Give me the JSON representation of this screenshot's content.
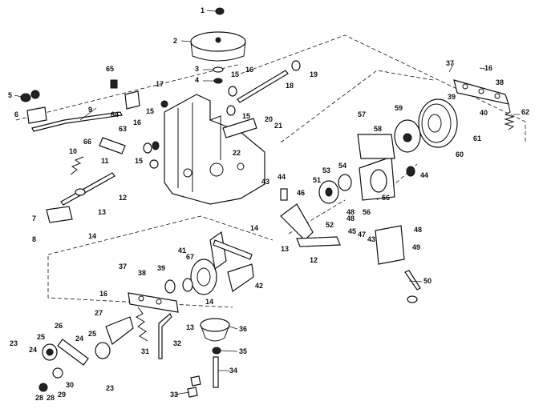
{
  "callouts": [
    {
      "id": "c1",
      "text": "1"
    },
    {
      "id": "c2",
      "text": "2"
    },
    {
      "id": "c3",
      "text": "3"
    },
    {
      "id": "c4",
      "text": "4"
    },
    {
      "id": "c5",
      "text": "5"
    },
    {
      "id": "c6",
      "text": "6"
    },
    {
      "id": "c7",
      "text": "7"
    },
    {
      "id": "c8",
      "text": "8"
    },
    {
      "id": "c9",
      "text": "9"
    },
    {
      "id": "c10",
      "text": "10"
    },
    {
      "id": "c11",
      "text": "11"
    },
    {
      "id": "c12a",
      "text": "12"
    },
    {
      "id": "c12b",
      "text": "12"
    },
    {
      "id": "c13a",
      "text": "13"
    },
    {
      "id": "c13b",
      "text": "13"
    },
    {
      "id": "c13c",
      "text": "13"
    },
    {
      "id": "c14a",
      "text": "14"
    },
    {
      "id": "c14b",
      "text": "14"
    },
    {
      "id": "c14c",
      "text": "14"
    },
    {
      "id": "c15a",
      "text": "15"
    },
    {
      "id": "c15b",
      "text": "15"
    },
    {
      "id": "c15c",
      "text": "15"
    },
    {
      "id": "c15d",
      "text": "15"
    },
    {
      "id": "c16a",
      "text": "16"
    },
    {
      "id": "c16b",
      "text": "16"
    },
    {
      "id": "c16c",
      "text": "16"
    },
    {
      "id": "c16d",
      "text": "16"
    },
    {
      "id": "c17",
      "text": "17"
    },
    {
      "id": "c18",
      "text": "18"
    },
    {
      "id": "c19",
      "text": "19"
    },
    {
      "id": "c20",
      "text": "20"
    },
    {
      "id": "c21",
      "text": "21"
    },
    {
      "id": "c22",
      "text": "22"
    },
    {
      "id": "c23a",
      "text": "23"
    },
    {
      "id": "c23b",
      "text": "23"
    },
    {
      "id": "c24a",
      "text": "24"
    },
    {
      "id": "c24b",
      "text": "24"
    },
    {
      "id": "c25a",
      "text": "25"
    },
    {
      "id": "c25b",
      "text": "25"
    },
    {
      "id": "c26",
      "text": "26"
    },
    {
      "id": "c27",
      "text": "27"
    },
    {
      "id": "c28a",
      "text": "28"
    },
    {
      "id": "c28b",
      "text": "28"
    },
    {
      "id": "c29",
      "text": "29"
    },
    {
      "id": "c30",
      "text": "30"
    },
    {
      "id": "c31",
      "text": "31"
    },
    {
      "id": "c32",
      "text": "32"
    },
    {
      "id": "c33",
      "text": "33"
    },
    {
      "id": "c34",
      "text": "34"
    },
    {
      "id": "c35",
      "text": "35"
    },
    {
      "id": "c36",
      "text": "36"
    },
    {
      "id": "c37a",
      "text": "37"
    },
    {
      "id": "c37b",
      "text": "37"
    },
    {
      "id": "c38a",
      "text": "38"
    },
    {
      "id": "c38b",
      "text": "38"
    },
    {
      "id": "c39a",
      "text": "39"
    },
    {
      "id": "c39b",
      "text": "39"
    },
    {
      "id": "c40",
      "text": "40"
    },
    {
      "id": "c41",
      "text": "41"
    },
    {
      "id": "c42",
      "text": "42"
    },
    {
      "id": "c43a",
      "text": "43"
    },
    {
      "id": "c43b",
      "text": "43"
    },
    {
      "id": "c44a",
      "text": "44"
    },
    {
      "id": "c44b",
      "text": "44"
    },
    {
      "id": "c45",
      "text": "45"
    },
    {
      "id": "c46",
      "text": "46"
    },
    {
      "id": "c47",
      "text": "47"
    },
    {
      "id": "c48a",
      "text": "48"
    },
    {
      "id": "c48b",
      "text": "48"
    },
    {
      "id": "c48c",
      "text": "48"
    },
    {
      "id": "c49",
      "text": "49"
    },
    {
      "id": "c50",
      "text": "50"
    },
    {
      "id": "c51",
      "text": "51"
    },
    {
      "id": "c52",
      "text": "52"
    },
    {
      "id": "c53",
      "text": "53"
    },
    {
      "id": "c54",
      "text": "54"
    },
    {
      "id": "c56a",
      "text": "56"
    },
    {
      "id": "c56b",
      "text": "56"
    },
    {
      "id": "c57",
      "text": "57"
    },
    {
      "id": "c58",
      "text": "58"
    },
    {
      "id": "c59",
      "text": "59"
    },
    {
      "id": "c60",
      "text": "60"
    },
    {
      "id": "c61",
      "text": "61"
    },
    {
      "id": "c62",
      "text": "62"
    },
    {
      "id": "c63",
      "text": "63"
    },
    {
      "id": "c64",
      "text": "64"
    },
    {
      "id": "c65",
      "text": "65"
    },
    {
      "id": "c66",
      "text": "66"
    },
    {
      "id": "c67",
      "text": "67"
    }
  ]
}
